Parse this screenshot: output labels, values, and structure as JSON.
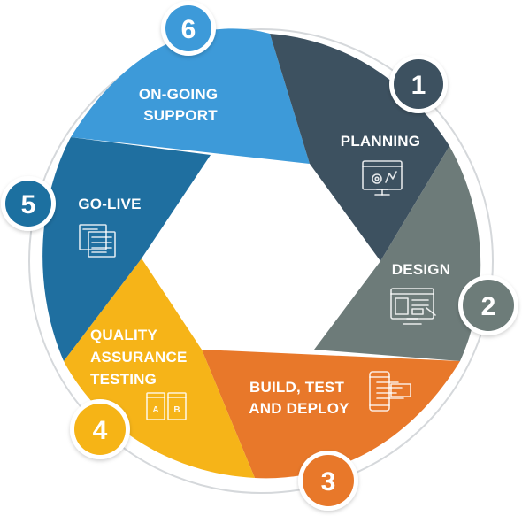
{
  "steps": [
    {
      "number": "1",
      "label_lines": [
        "PLANNING"
      ],
      "icon": "monitor-gear-icon",
      "color": "#3d5160"
    },
    {
      "number": "2",
      "label_lines": [
        "DESIGN"
      ],
      "icon": "monitor-layout-icon",
      "color": "#6d7b79"
    },
    {
      "number": "3",
      "label_lines": [
        "BUILD, TEST",
        "AND DEPLOY"
      ],
      "icon": "mobile-code-icon",
      "color": "#e8782a"
    },
    {
      "number": "4",
      "label_lines": [
        "QUALITY",
        "ASSURANCE",
        "TESTING"
      ],
      "icon": "ab-test-icon",
      "color": "#f6b418"
    },
    {
      "number": "5",
      "label_lines": [
        "GO-LIVE"
      ],
      "icon": "documents-icon",
      "color": "#1f6fa0"
    },
    {
      "number": "6",
      "label_lines": [
        "ON-GOING",
        "SUPPORT"
      ],
      "icon": "",
      "color": "#3d9ad9"
    }
  ],
  "icon_text": {
    "ab_left": "A",
    "ab_right": "B"
  }
}
